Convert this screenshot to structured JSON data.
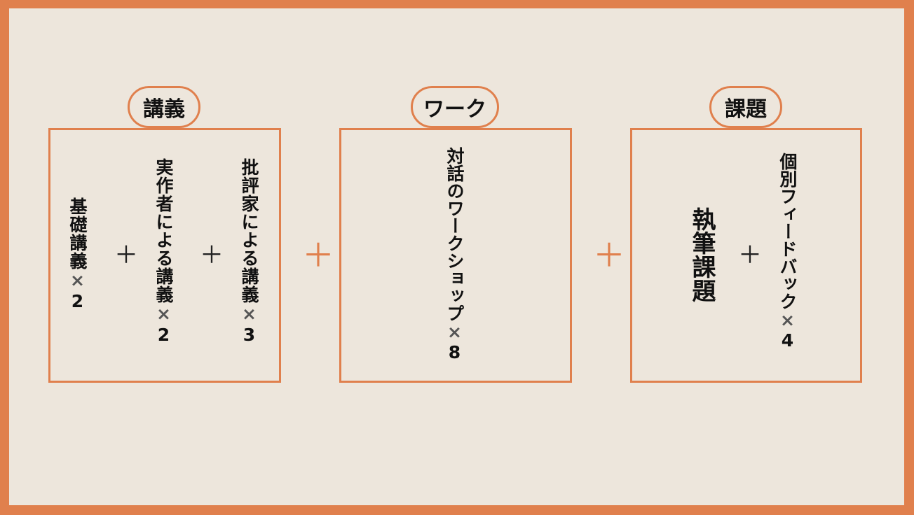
{
  "colors": {
    "accent": "#e0804d",
    "background": "#ede6dc"
  },
  "lecture": {
    "tab": "講義",
    "item1": {
      "text": "基礎講義",
      "times": "×",
      "count": "2"
    },
    "item2": {
      "text": "実作者による講義",
      "times": "×",
      "count": "2"
    },
    "item3": {
      "text": "批評家による講義",
      "times": "×",
      "count": "3"
    },
    "plus": "＋"
  },
  "work": {
    "tab": "ワーク",
    "item1": {
      "text": "対話のワークショップ",
      "times": "×",
      "count": "8"
    }
  },
  "task": {
    "tab": "課題",
    "item1": {
      "text": "執筆課題"
    },
    "item2": {
      "text": "個別フィードバック",
      "times": "×",
      "count": "4"
    },
    "plus": "＋"
  },
  "between": {
    "plus": "＋"
  }
}
